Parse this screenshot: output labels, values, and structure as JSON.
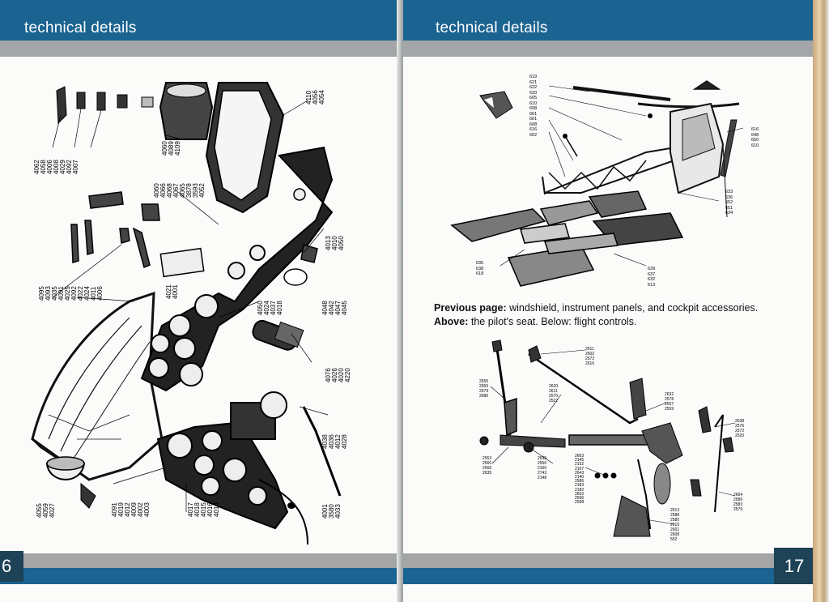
{
  "left_page": {
    "header_title": "technical details",
    "page_number": "6",
    "callouts_a": [
      "4062",
      "4058",
      "4006",
      "4008",
      "4029",
      "4092",
      "4007"
    ],
    "callouts_b": [
      "4060",
      "4089",
      "4109"
    ],
    "callouts_c": [
      "4110",
      "4056",
      "4054"
    ],
    "callouts_d": [
      "4060",
      "4066",
      "4068",
      "4067",
      "4065",
      "3878",
      "3593",
      "4052"
    ],
    "callouts_e": [
      "4095",
      "4093",
      "4035",
      "4091",
      "4025",
      "4092",
      "4022",
      "4024",
      "4011",
      "4006"
    ],
    "callouts_f": [
      "4013",
      "4010",
      "4050"
    ],
    "callouts_g": [
      "4021",
      "4001"
    ],
    "callouts_h": [
      "4050",
      "4024",
      "4037",
      "4018"
    ],
    "callouts_i": [
      "4048",
      "4042",
      "4047",
      "4045"
    ],
    "callouts_j": [
      "4076",
      "4026",
      "4020",
      "4220"
    ],
    "callouts_k": [
      "4038",
      "4036",
      "4012",
      "4028"
    ],
    "callouts_l": [
      "4055",
      "4059",
      "4027"
    ],
    "callouts_m": [
      "4091",
      "4019",
      "4012",
      "4009",
      "4002",
      "4003"
    ],
    "callouts_n": [
      "4017",
      "4018",
      "4015",
      "4016",
      "4014"
    ],
    "callouts_o": [
      "4001",
      "3580",
      "4033"
    ]
  },
  "right_page": {
    "header_title": "technical details",
    "page_number": "17",
    "caption_label_1": "Previous page:",
    "caption_text_1": " windshield, instrument panels, and cockpit accessories.",
    "caption_label_2": "Above:",
    "caption_text_2": " the pilot's seat. Below: flight controls.",
    "seat_callouts_left": [
      "619",
      "621",
      "622",
      "620",
      "605",
      "610",
      "608",
      "661",
      "601",
      "608",
      "616",
      "602"
    ],
    "seat_callouts_right": [
      "616",
      "648",
      "650",
      "610"
    ],
    "seat_callouts_mid": [
      "633",
      "636",
      "652",
      "651",
      "634"
    ],
    "seat_callouts_bl": [
      "635",
      "638",
      "618"
    ],
    "seat_callouts_br": [
      "639",
      "637",
      "632",
      "613"
    ],
    "ctrl_callouts_top": [
      "2611",
      "2602",
      "2572",
      "2616"
    ],
    "ctrl_callouts_l1": [
      "2555",
      "2555",
      "2679",
      "2680"
    ],
    "ctrl_callouts_l2": [
      "2620",
      "2611",
      "2570",
      "2522"
    ],
    "ctrl_callouts_r1": [
      "2632",
      "2578",
      "2557",
      "2559"
    ],
    "ctrl_callouts_r2": [
      "2638",
      "2576",
      "2572",
      "2520"
    ],
    "ctrl_callouts_bl": [
      "2553",
      "2560",
      "2566",
      "2635"
    ],
    "ctrl_callouts_bl2": [
      "2635",
      "2550",
      "2160",
      "2743",
      "2148"
    ],
    "ctrl_callouts_bm": [
      "2663",
      "2145",
      "2152",
      "2157",
      "2643",
      "2140",
      "2586",
      "2183",
      "2182",
      "2602",
      "2596",
      "2598"
    ],
    "ctrl_callouts_br": [
      "2613",
      "2588",
      "2580",
      "2610",
      "2601",
      "2608",
      "552"
    ],
    "ctrl_callouts_far": [
      "2664",
      "2586",
      "2583",
      "2579"
    ]
  }
}
